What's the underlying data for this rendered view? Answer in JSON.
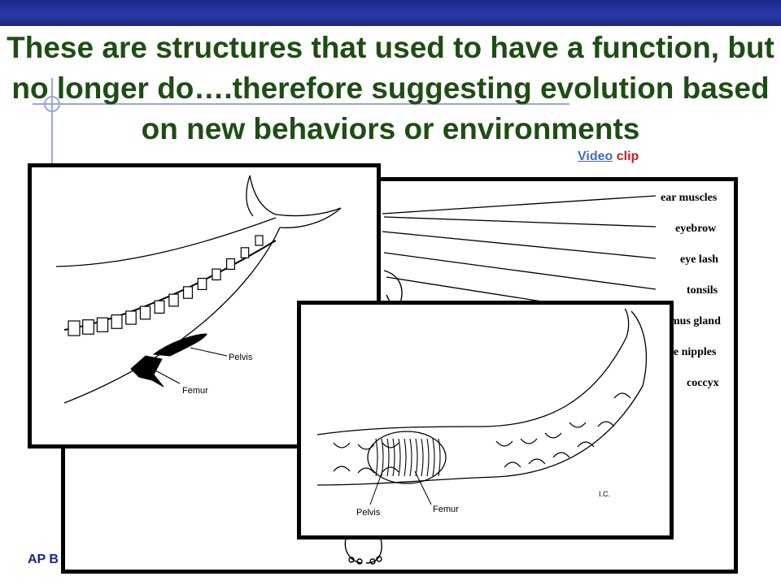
{
  "slide": {
    "title": "These are structures that used to have a function, but no longer do….therefore suggesting evolution based on new behaviors or environments",
    "video_link": "Video",
    "video_suffix": " clip",
    "footer": "AP B"
  },
  "human_diagram": {
    "labels": [
      "ear muscles",
      "eyebrow",
      "eye lash",
      "tonsils",
      "mus gland",
      "le nipples",
      "coccyx"
    ]
  },
  "whale_diagram": {
    "labels": {
      "pelvis": "Pelvis",
      "femur": "Femur"
    }
  },
  "snake_diagram": {
    "labels": {
      "pelvis": "Pelvis",
      "femur": "Femur",
      "signature": "I.C."
    }
  },
  "colors": {
    "title": "#1e4d14",
    "top_bar": "#2a39a8",
    "link": "#3a6ec8",
    "clip_text": "#c81e1e"
  }
}
